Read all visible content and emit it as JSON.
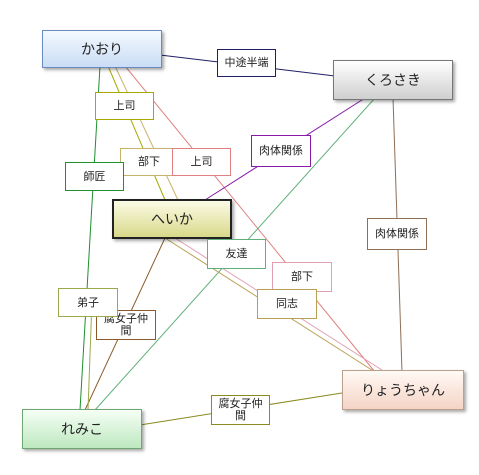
{
  "nodes": [
    {
      "id": "kaori",
      "label": "かおり",
      "fill_top": "#f4f9ff",
      "fill_bottom": "#c9ddf5",
      "border": "#6a8bbf"
    },
    {
      "id": "kurosaki",
      "label": "くろさき",
      "fill_top": "#ffffff",
      "fill_bottom": "#cfcfcf",
      "border": "#777777"
    },
    {
      "id": "heika",
      "label": "へいか",
      "fill_top": "#fbfbe6",
      "fill_bottom": "#d9d98a",
      "border": "#222222"
    },
    {
      "id": "ryouchan",
      "label": "りょうちゃん",
      "fill_top": "#fffaf5",
      "fill_bottom": "#f5d3c6",
      "border": "#b9a08f"
    },
    {
      "id": "remiko",
      "label": "れみこ",
      "fill_top": "#f6fff6",
      "fill_bottom": "#bde8bf",
      "border": "#6ea870"
    }
  ],
  "edges": [
    {
      "from": "kaori",
      "to": "kurosaki",
      "label": "中途半端",
      "color": "#1f1f66"
    },
    {
      "from": "kaori",
      "to": "heika",
      "label": "上司",
      "color": "#a8a800"
    },
    {
      "from": "kaori",
      "to": "heika",
      "label": "部下",
      "color": "#c9b26a"
    },
    {
      "from": "kaori",
      "to": "ryouchan",
      "label": "上司",
      "color": "#e08080"
    },
    {
      "from": "kaori",
      "to": "remiko",
      "label": "師匠",
      "color": "#1f8f2f"
    },
    {
      "from": "kurosaki",
      "to": "heika",
      "label": "肉体関係",
      "color": "#8a1aa8"
    },
    {
      "from": "kurosaki",
      "to": "ryouchan",
      "label": "肉体関係",
      "color": "#8f6f55"
    },
    {
      "from": "kurosaki",
      "to": "remiko",
      "label": "友達",
      "color": "#5fb07a"
    },
    {
      "from": "heika",
      "to": "ryouchan",
      "label": "部下",
      "color": "#e0a0b0"
    },
    {
      "from": "heika",
      "to": "ryouchan",
      "label": "同志",
      "color": "#b8a050"
    },
    {
      "from": "heika",
      "to": "remiko",
      "label": "腐女子仲\n間",
      "color": "#8a5a2a"
    },
    {
      "from": "kaori",
      "to": "remiko",
      "label": "弟子",
      "color": "#9aaa4a"
    },
    {
      "from": "ryouchan",
      "to": "remiko",
      "label": "腐女子仲\n間",
      "color": "#8a8a20"
    }
  ]
}
